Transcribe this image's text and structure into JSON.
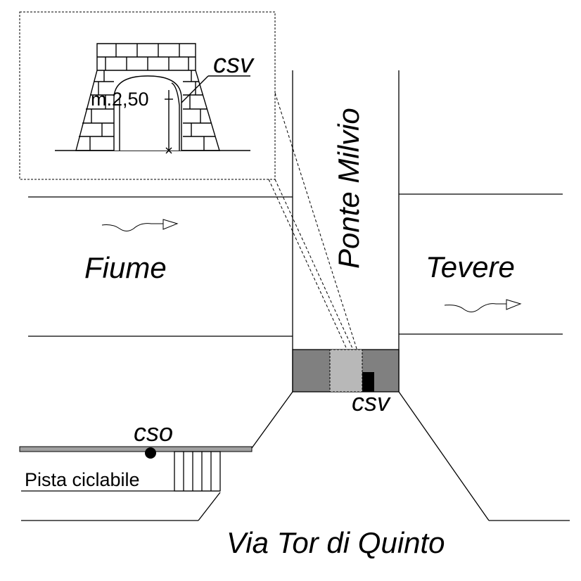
{
  "labels": {
    "csv_detail": "csv",
    "measure": "m.2,50",
    "bridge": "Ponte Milvio",
    "river_left": "Fiume",
    "river_right": "Tevere",
    "csv_bottom": "csv",
    "cso": "cso",
    "bike_path": "Pista ciclabile",
    "street": "Via Tor di Quinto"
  },
  "colors": {
    "stroke": "#000000",
    "abutment": "#808080",
    "highlight": "#b8b8b8",
    "bike_bar": "#a0a0a0",
    "marker": "#000000"
  },
  "icons": {
    "flow_arrow": "flow-arrow-icon",
    "cso_marker": "cso-point-icon",
    "csv_marker": "csv-point-icon"
  }
}
